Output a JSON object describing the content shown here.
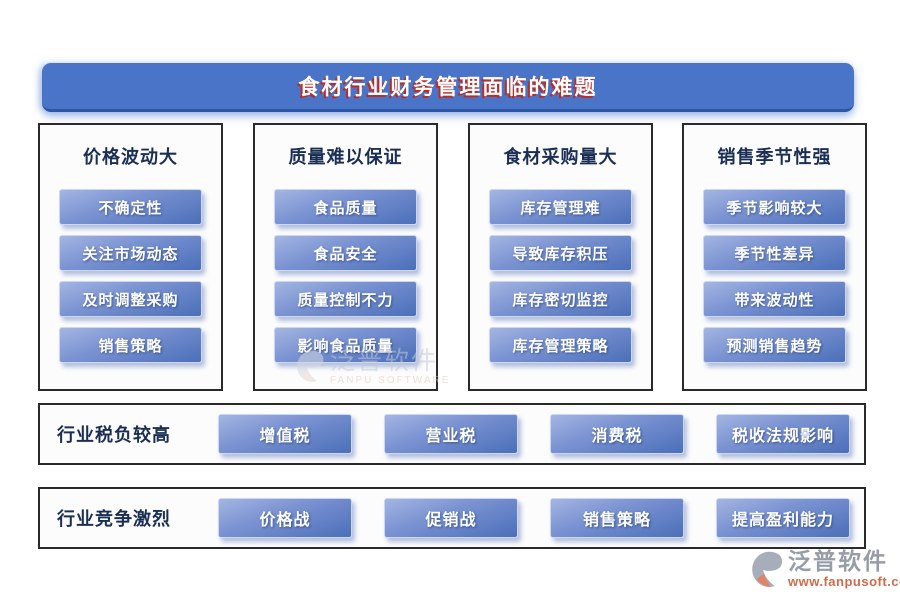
{
  "banner": {
    "title": "食材行业财务管理面临的难题"
  },
  "columns": [
    {
      "header": "价格波动大",
      "items": [
        "不确定性",
        "关注市场动态",
        "及时调整采购",
        "销售策略"
      ]
    },
    {
      "header": "质量难以保证",
      "items": [
        "食品质量",
        "食品安全",
        "质量控制不力",
        "影响食品质量"
      ]
    },
    {
      "header": "食材采购量大",
      "items": [
        "库存管理难",
        "导致库存积压",
        "库存密切监控",
        "库存管理策略"
      ]
    },
    {
      "header": "销售季节性强",
      "items": [
        "季节影响较大",
        "季节性差异",
        "带来波动性",
        "预测销售趋势"
      ]
    }
  ],
  "rows": [
    {
      "label": "行业税负较高",
      "items": [
        "增值税",
        "营业税",
        "消费税",
        "税收法规影响"
      ]
    },
    {
      "label": "行业竞争激烈",
      "items": [
        "价格战",
        "促销战",
        "销售策略",
        "提高盈利能力"
      ]
    }
  ],
  "watermark": {
    "name": "泛普软件",
    "subtitle": "FANPU SOFTWARE"
  },
  "logo": {
    "name": "泛普软件",
    "url": "www.fanpusoft.com"
  },
  "colors": {
    "banner_bg": "#4a74c7",
    "banner_title": "#ffffff",
    "banner_title_shadow": "#c02a20",
    "button_bottom": "#4b6fb9",
    "button_border": "#ccd8f1",
    "button_text": "#ffffff",
    "panel_border": "#2a2a2a",
    "heading_text": "#1b2f55",
    "logo_text": "#979da8",
    "logo_url": "#d1694a",
    "logo_accent": "#e08465"
  }
}
